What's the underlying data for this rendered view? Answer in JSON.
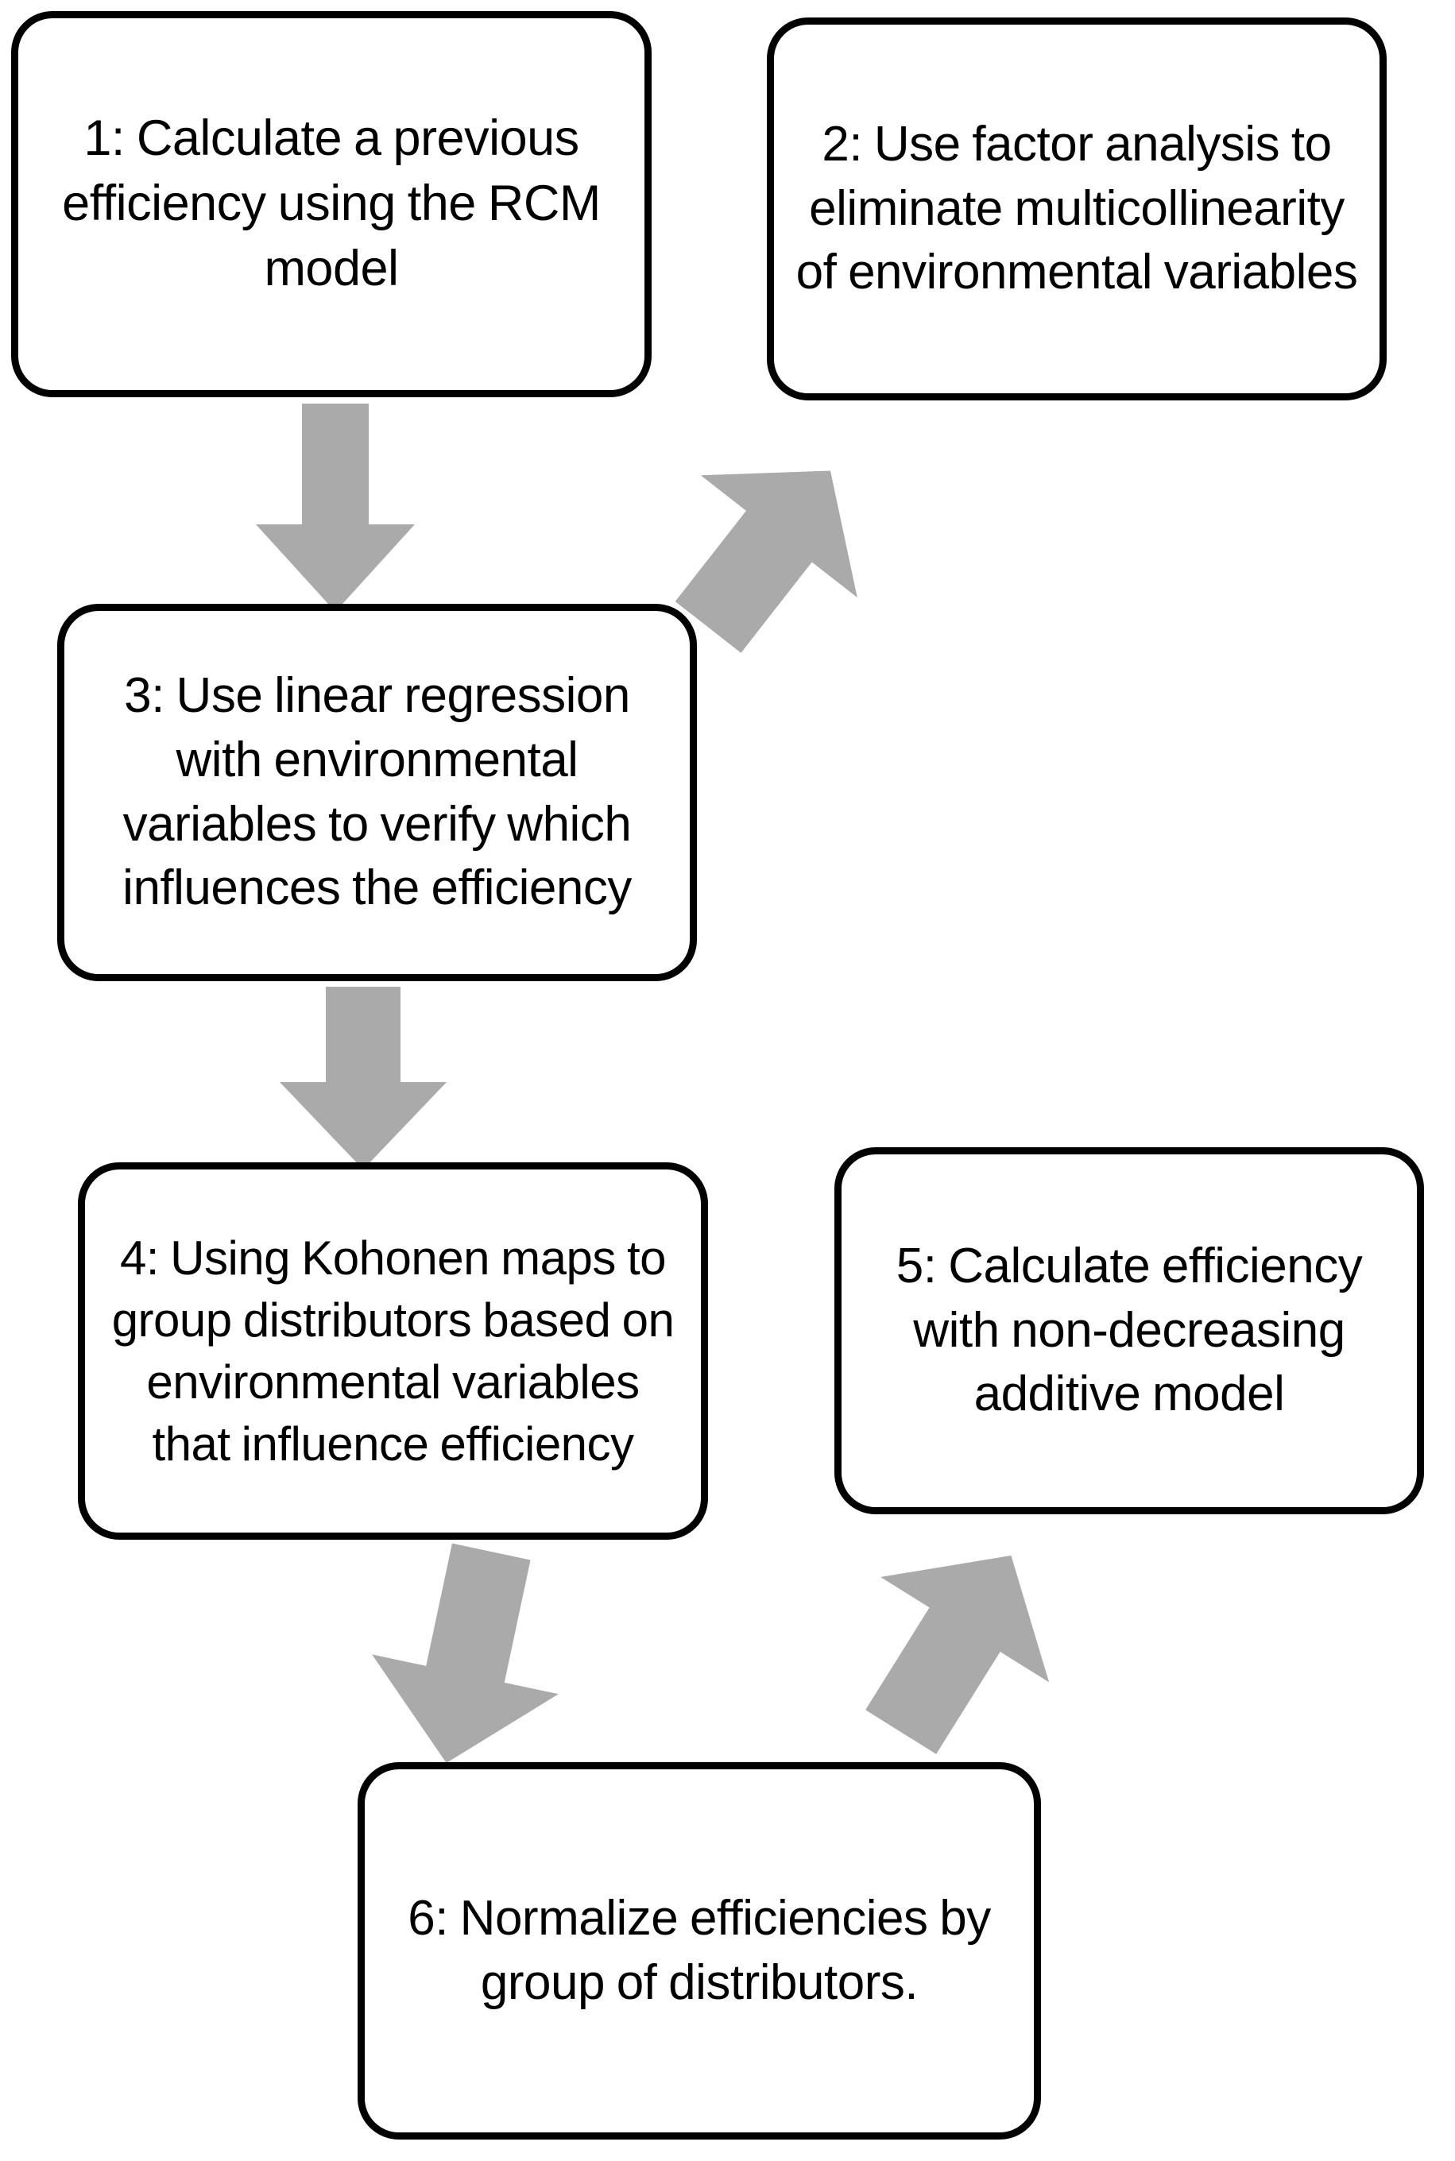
{
  "diagram": {
    "title": "Methodology flowchart",
    "background_color": "#ffffff",
    "node_border_color": "#000000",
    "arrow_color": "#aaaaaa",
    "nodes": [
      {
        "id": "1",
        "label": "1: Calculate a previous efficiency using the RCM model"
      },
      {
        "id": "2",
        "label": "2: Use factor analysis to eliminate multicollinearity of environmental variables"
      },
      {
        "id": "3",
        "label": "3: Use linear regression with environmental variables to verify which influences the efficiency"
      },
      {
        "id": "4",
        "label": "4: Using Kohonen maps to group distributors based on environmental variables that influence efficiency"
      },
      {
        "id": "5",
        "label": "5: Calculate efficiency with non-decreasing additive model"
      },
      {
        "id": "6",
        "label": "6: Normalize efficiencies by group of distributors."
      }
    ],
    "connectors": [
      {
        "id": "1-3",
        "from": "1",
        "to": "3",
        "direction": "down"
      },
      {
        "id": "2-3",
        "from": "2",
        "to": "3",
        "direction": "down-left"
      },
      {
        "id": "3-4",
        "from": "3",
        "to": "4",
        "direction": "down"
      },
      {
        "id": "4-6",
        "from": "4",
        "to": "6",
        "direction": "down-right"
      },
      {
        "id": "5-6",
        "from": "5",
        "to": "6",
        "direction": "down-left"
      }
    ]
  }
}
